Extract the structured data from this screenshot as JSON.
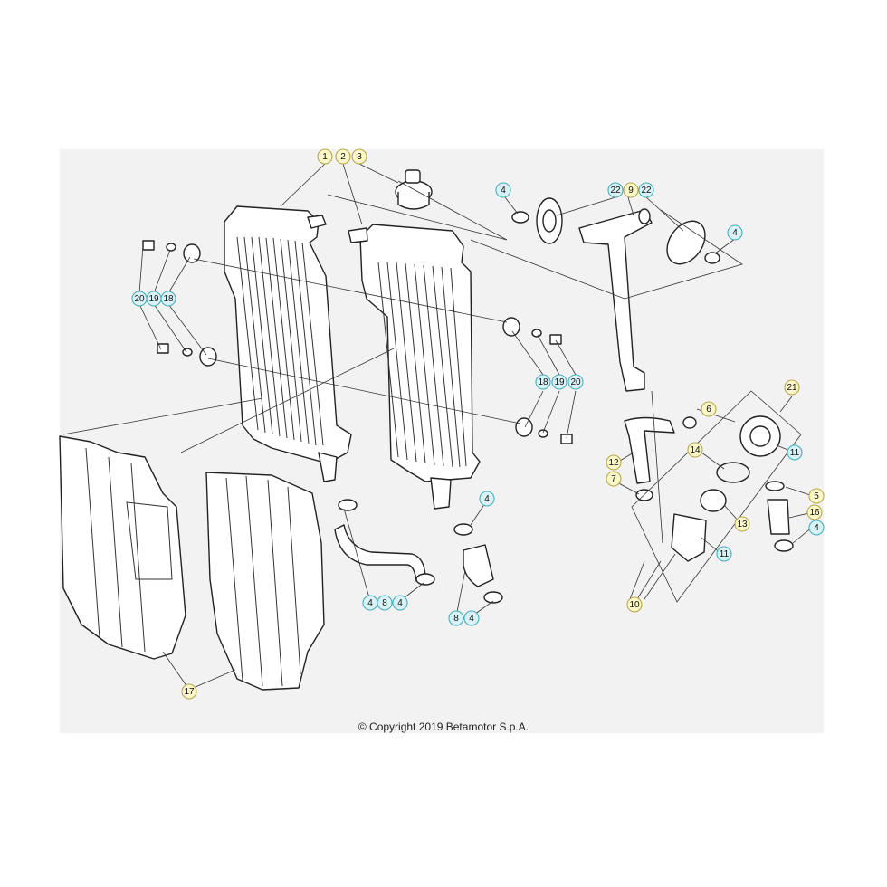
{
  "copyright": "© Copyright 2019 Betamotor S.p.A.",
  "callouts": [
    {
      "id": "c1",
      "label": "1",
      "tone": "yellow"
    },
    {
      "id": "c2",
      "label": "2",
      "tone": "yellow"
    },
    {
      "id": "c3",
      "label": "3",
      "tone": "yellow"
    },
    {
      "id": "c4a",
      "label": "4",
      "tone": "blue"
    },
    {
      "id": "c22a",
      "label": "22",
      "tone": "blue"
    },
    {
      "id": "c9",
      "label": "9",
      "tone": "yellow"
    },
    {
      "id": "c22b",
      "label": "22",
      "tone": "blue"
    },
    {
      "id": "c4b",
      "label": "4",
      "tone": "blue"
    },
    {
      "id": "c20a",
      "label": "20",
      "tone": "blue"
    },
    {
      "id": "c19a",
      "label": "19",
      "tone": "blue"
    },
    {
      "id": "c18a",
      "label": "18",
      "tone": "blue"
    },
    {
      "id": "c18b",
      "label": "18",
      "tone": "blue"
    },
    {
      "id": "c19b",
      "label": "19",
      "tone": "blue"
    },
    {
      "id": "c20b",
      "label": "20",
      "tone": "blue"
    },
    {
      "id": "c21",
      "label": "21",
      "tone": "yellow"
    },
    {
      "id": "c6",
      "label": "6",
      "tone": "yellow"
    },
    {
      "id": "c11a",
      "label": "11",
      "tone": "blue"
    },
    {
      "id": "c14",
      "label": "14",
      "tone": "yellow"
    },
    {
      "id": "c12",
      "label": "12",
      "tone": "yellow"
    },
    {
      "id": "c7",
      "label": "7",
      "tone": "yellow"
    },
    {
      "id": "c5",
      "label": "5",
      "tone": "yellow"
    },
    {
      "id": "c16",
      "label": "16",
      "tone": "yellow"
    },
    {
      "id": "c4c",
      "label": "4",
      "tone": "blue"
    },
    {
      "id": "c13",
      "label": "13",
      "tone": "yellow"
    },
    {
      "id": "c11b",
      "label": "11",
      "tone": "blue"
    },
    {
      "id": "c10",
      "label": "10",
      "tone": "yellow"
    },
    {
      "id": "c4d",
      "label": "4",
      "tone": "blue"
    },
    {
      "id": "c4e",
      "label": "4",
      "tone": "blue"
    },
    {
      "id": "c8a",
      "label": "8",
      "tone": "blue"
    },
    {
      "id": "c4f",
      "label": "4",
      "tone": "blue"
    },
    {
      "id": "c8b",
      "label": "8",
      "tone": "blue"
    },
    {
      "id": "c4g",
      "label": "4",
      "tone": "blue"
    },
    {
      "id": "c17",
      "label": "17",
      "tone": "yellow"
    }
  ]
}
